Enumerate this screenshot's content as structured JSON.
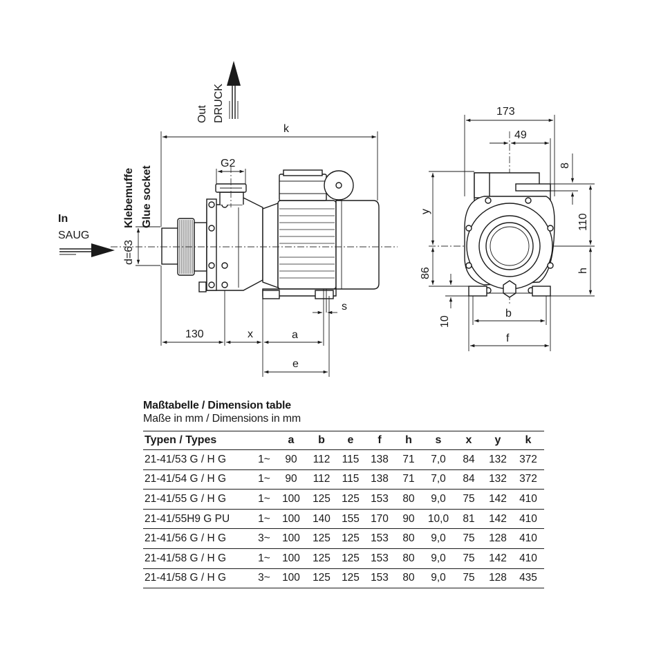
{
  "labels": {
    "out": "Out",
    "druck": "DRUCK",
    "in": "In",
    "saug": "SAUG",
    "klebemuffe": "Klebemuffe",
    "glue_socket": "Glue socket",
    "diameter": "d=63",
    "g2": "G2"
  },
  "dims": {
    "k": "k",
    "x": "x",
    "a": "a",
    "e": "e",
    "s": "s",
    "d130": "130",
    "d173": "173",
    "d49": "49",
    "d8": "8",
    "d110": "110",
    "y": "y",
    "d86": "86",
    "h": "h",
    "d10": "10",
    "b": "b",
    "f": "f"
  },
  "table": {
    "title": "Maßtabelle / Dimension table",
    "subtitle": "Maße in mm / Dimensions in mm",
    "headers": [
      "Typen / Types",
      "",
      "a",
      "b",
      "e",
      "f",
      "h",
      "s",
      "x",
      "y",
      "k"
    ],
    "rows": [
      [
        "21-41/53 G / H G",
        "1~",
        "90",
        "112",
        "115",
        "138",
        "71",
        "7,0",
        "84",
        "132",
        "372"
      ],
      [
        "21-41/54 G / H G",
        "1~",
        "90",
        "112",
        "115",
        "138",
        "71",
        "7,0",
        "84",
        "132",
        "372"
      ],
      [
        "21-41/55 G / H G",
        "1~",
        "100",
        "125",
        "125",
        "153",
        "80",
        "9,0",
        "75",
        "142",
        "410"
      ],
      [
        "21-41/55H9 G PU",
        "1~",
        "100",
        "140",
        "155",
        "170",
        "90",
        "10,0",
        "81",
        "142",
        "410"
      ],
      [
        "21-41/56 G / H G",
        "3~",
        "100",
        "125",
        "125",
        "153",
        "80",
        "9,0",
        "75",
        "128",
        "410"
      ],
      [
        "21-41/58 G / H G",
        "1~",
        "100",
        "125",
        "125",
        "153",
        "80",
        "9,0",
        "75",
        "142",
        "410"
      ],
      [
        "21-41/58 G / H G",
        "3~",
        "100",
        "125",
        "125",
        "153",
        "80",
        "9,0",
        "75",
        "128",
        "435"
      ]
    ]
  }
}
